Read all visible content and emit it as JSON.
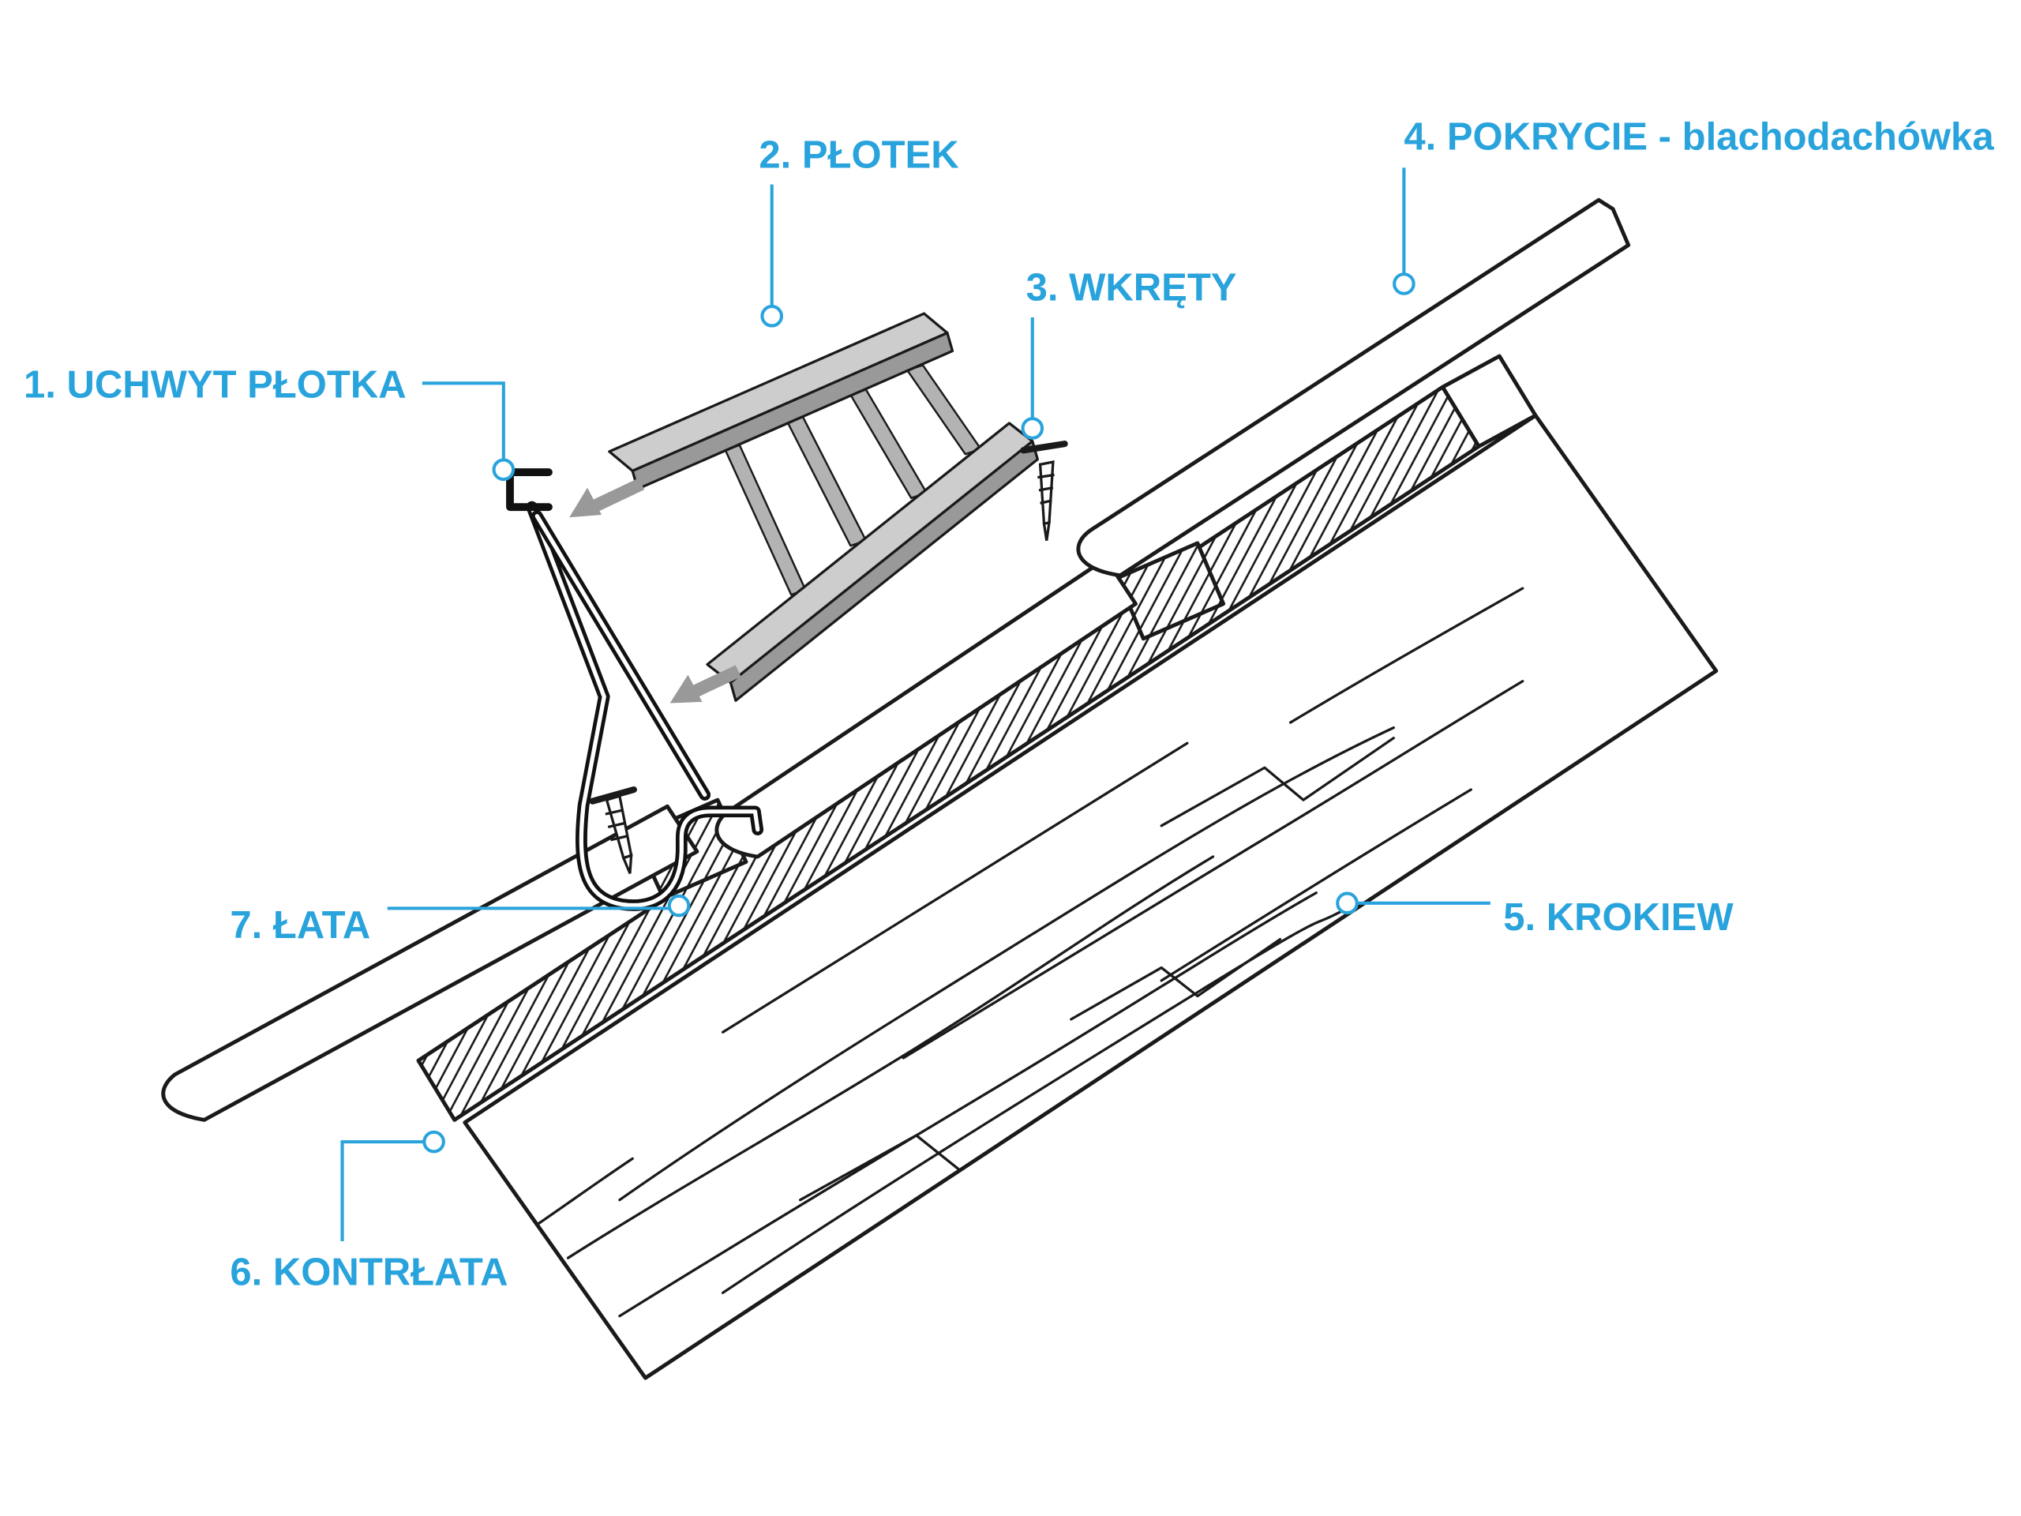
{
  "page": {
    "background": "#ffffff",
    "description_type": "exploded technical diagram of snow-guard fence mounting on a metal tile roof"
  },
  "colors": {
    "label_blue": "#29A3DC",
    "outline_black": "#1a1a1a",
    "fence_gray_light": "#cdcdcd",
    "fence_gray_mid": "#b3b3b3",
    "fence_gray_dark": "#999999",
    "arrow_gray": "#999999",
    "surface_white": "#ffffff"
  },
  "labels": [
    {
      "id": 1,
      "text": "1. UCHWYT PŁOTKA",
      "target": "bracket"
    },
    {
      "id": 2,
      "text": "2. PŁOTEK",
      "target": "snow-fence"
    },
    {
      "id": 3,
      "text": "3. WKRĘTY",
      "target": "screws"
    },
    {
      "id": 4,
      "text": "4. POKRYCIE - blachodachówka",
      "target": "roof-covering-sheet"
    },
    {
      "id": 5,
      "text": "5. KROKIEW",
      "target": "rafter"
    },
    {
      "id": 6,
      "text": "6. KONTRŁATA",
      "target": "counter-batten"
    },
    {
      "id": 7,
      "text": "7. ŁATA",
      "target": "batten"
    }
  ]
}
